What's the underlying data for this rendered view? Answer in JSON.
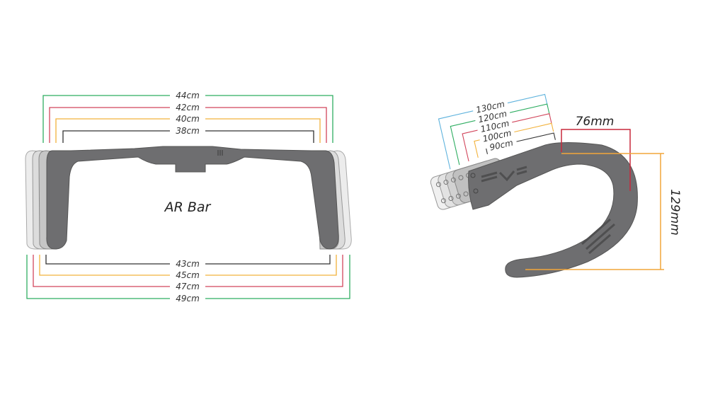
{
  "left_diagram": {
    "title": "AR Bar",
    "top_widths": [
      {
        "label": "44cm",
        "color": "#2fae62"
      },
      {
        "label": "42cm",
        "color": "#d2465c"
      },
      {
        "label": "40cm",
        "color": "#f2b23c"
      },
      {
        "label": "38cm",
        "color": "#333333"
      }
    ],
    "bottom_widths": [
      {
        "label": "43cm",
        "color": "#333333"
      },
      {
        "label": "45cm",
        "color": "#f2b23c"
      },
      {
        "label": "47cm",
        "color": "#d2465c"
      },
      {
        "label": "49cm",
        "color": "#2fae62"
      }
    ]
  },
  "right_diagram": {
    "stem_lengths": [
      {
        "label": "130cm",
        "color": "#5fb3dd"
      },
      {
        "label": "120cm",
        "color": "#2fae62"
      },
      {
        "label": "110cm",
        "color": "#d2465c"
      },
      {
        "label": "100cm",
        "color": "#f2b23c"
      },
      {
        "label": "90cm",
        "color": "#333333"
      }
    ],
    "reach": {
      "label": "76mm",
      "color": "#c8283c"
    },
    "drop": {
      "label": "129mm",
      "color": "#f2a53a"
    }
  },
  "colors": {
    "bar": "#6e6e70",
    "bar_dark": "#585859"
  }
}
